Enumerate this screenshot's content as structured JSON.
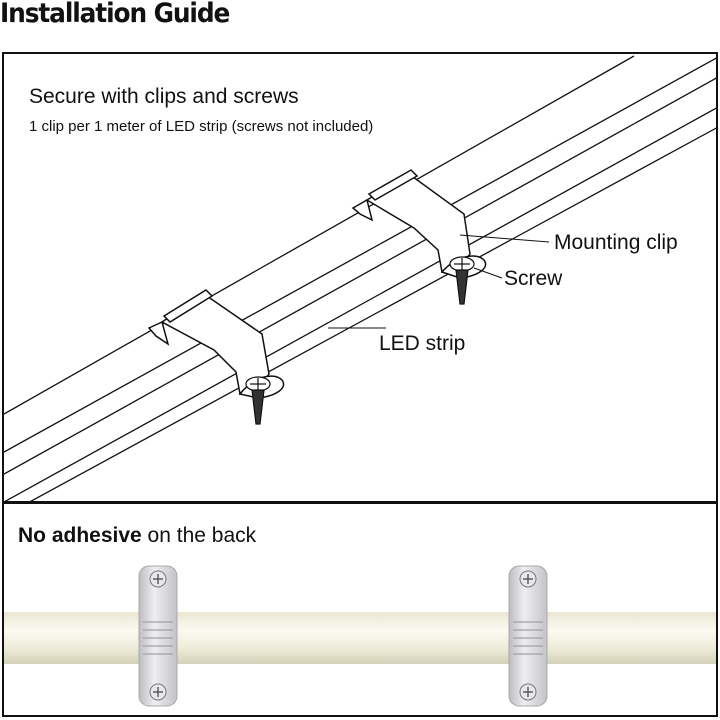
{
  "title": "Installation Guide",
  "top_panel": {
    "heading": "Secure with clips and screws",
    "subheading": "1 clip per 1 meter of LED strip (screws not included)",
    "callouts": {
      "clip": "Mounting clip",
      "screw": "Screw",
      "strip": "LED strip"
    }
  },
  "bottom_panel": {
    "heading_bold": "No adhesive",
    "heading_rest": " on the back"
  },
  "colors": {
    "outline": "#111111",
    "tube": "#efeedd",
    "tube_highlight": "#fbfaf1",
    "clip": "#e2e1e4",
    "clip_shade": "#b9b8bd"
  }
}
